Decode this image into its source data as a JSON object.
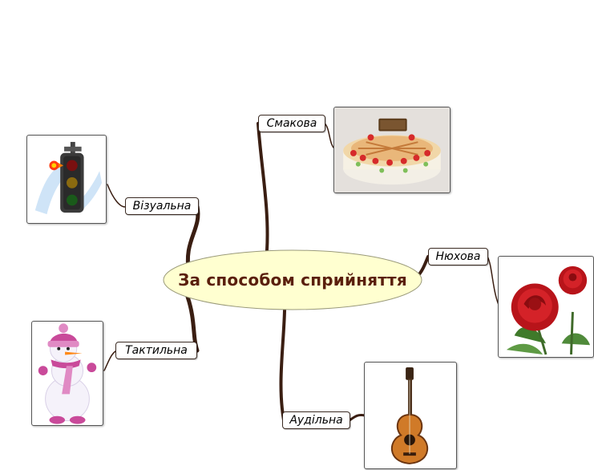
{
  "center": {
    "label": "За способом сприйняття"
  },
  "branches": [
    {
      "key": "visual",
      "label": "Візуальна",
      "image_icon": "traffic-light-icon"
    },
    {
      "key": "tactile",
      "label": "Тактильна",
      "image_icon": "snowman-icon"
    },
    {
      "key": "taste",
      "label": "Смакова",
      "image_icon": "cake-icon"
    },
    {
      "key": "smell",
      "label": "Нюхова",
      "image_icon": "rose-icon"
    },
    {
      "key": "audio",
      "label": "Аудільна",
      "image_icon": "guitar-icon"
    }
  ],
  "colors": {
    "center_fill": "#ffffd0",
    "center_text": "#5a1f0d",
    "connector": "#3a1e12"
  }
}
